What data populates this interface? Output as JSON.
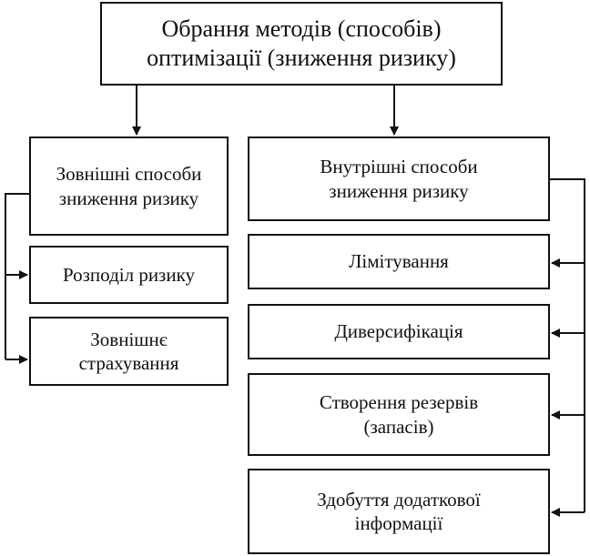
{
  "root": {
    "line1": "Обрання методів (способів)",
    "line2": "оптимізації (зниження ризику)"
  },
  "external": {
    "title_line1": "Зовнішні способи",
    "title_line2": "зниження ризику",
    "items": [
      {
        "line1": "Розподіл ризику",
        "line2": ""
      },
      {
        "line1": "Зовнішнє",
        "line2": "страхування"
      }
    ]
  },
  "internal": {
    "title_line1": "Внутрішні способи",
    "title_line2": "зниження ризику",
    "items": [
      {
        "line1": "Лімітування",
        "line2": ""
      },
      {
        "line1": "Диверсифікація",
        "line2": ""
      },
      {
        "line1": "Створення резервів",
        "line2": "(запасів)"
      },
      {
        "line1": "Здобуття додаткової",
        "line2": "інформації"
      }
    ]
  }
}
